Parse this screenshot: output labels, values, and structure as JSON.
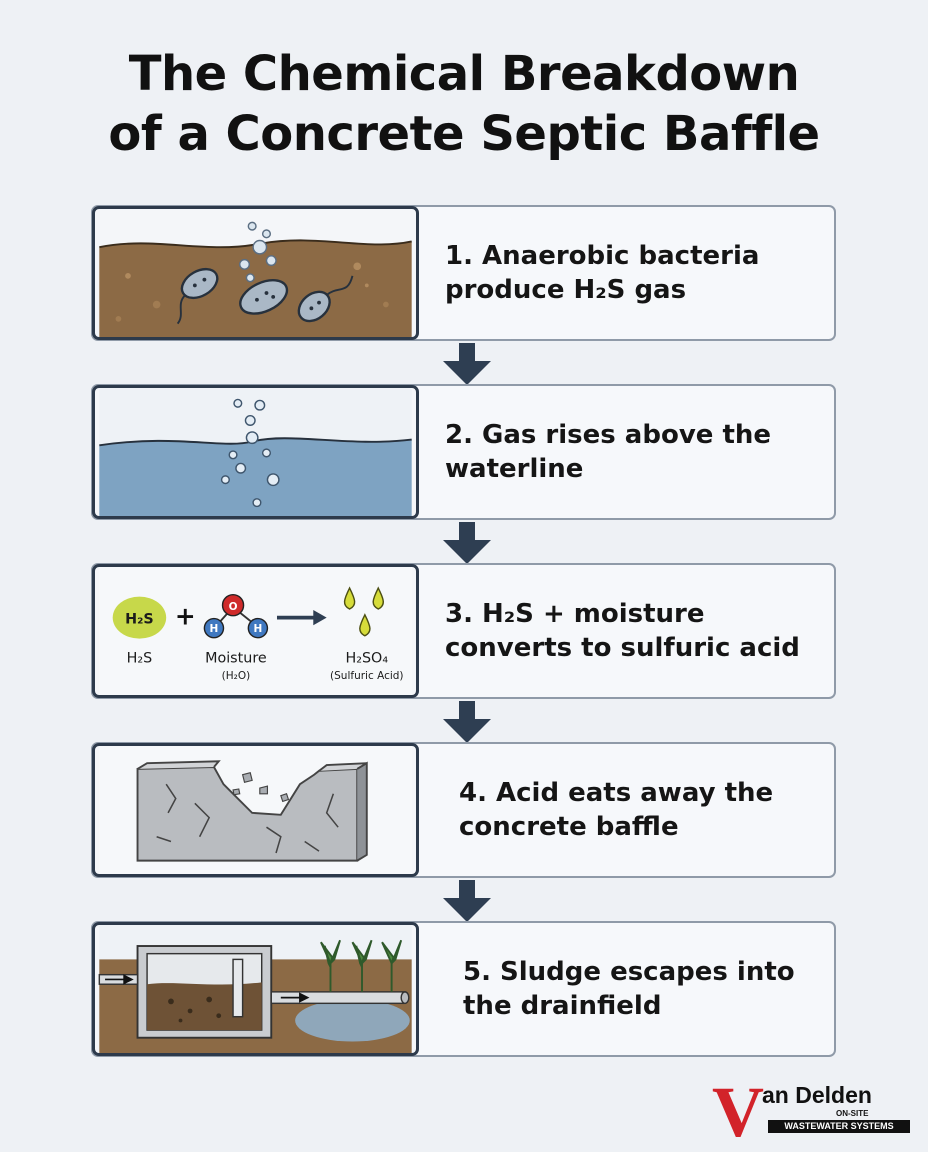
{
  "title": {
    "line1": "The Chemical Breakdown",
    "line2": "of a Concrete Septic Baffle"
  },
  "steps": [
    {
      "line1": "1. Anaerobic bacteria",
      "line2": "produce H₂S gas"
    },
    {
      "line1": "2. Gas rises above the",
      "line2": "waterline"
    },
    {
      "line1": "3. H₂S + moisture",
      "line2": "converts to sulfuric acid"
    },
    {
      "line1": "4. Acid eats away the",
      "line2": "concrete baffle"
    },
    {
      "line1": "5. Sludge escapes into",
      "line2": "the drainfield"
    }
  ],
  "reaction": {
    "molecule1_symbol": "H₂S",
    "molecule1_label": "H₂S",
    "plus": "+",
    "water_o": "O",
    "water_h": "H",
    "molecule2_label": "Moisture",
    "molecule2_formula": "(H₂O)",
    "product_label": "H₂SO₄",
    "product_name": "(Sulfuric Acid)"
  },
  "logo": {
    "letter": "V",
    "name": "an Delden",
    "line1": "ON-SITE",
    "line2": "WASTEWATER SYSTEMS"
  },
  "colors": {
    "arrow": "#2e3e52",
    "card_border": "#8f9aa8",
    "image_border": "#2d3a4b",
    "soil": "#8c6a45",
    "water": "#7ea3c2",
    "h2s_ball": "#c7d84a",
    "oxygen": "#cf2a2a",
    "hydrogen": "#3f78c0",
    "acid_drop": "#d6dc3a",
    "concrete": "#b9bcc0",
    "logo_red": "#d2232a"
  }
}
